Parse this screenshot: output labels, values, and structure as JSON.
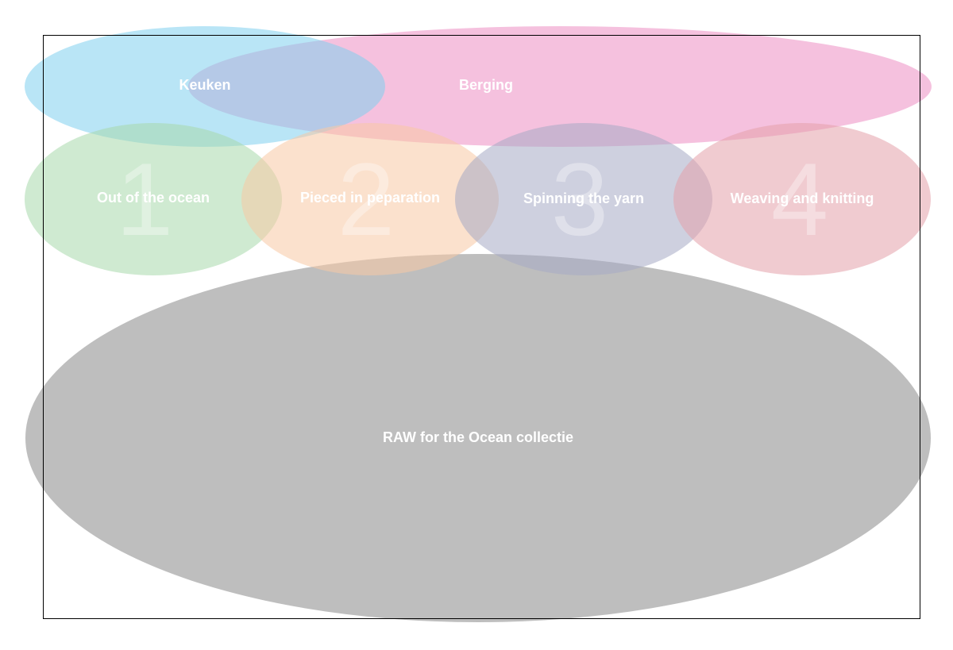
{
  "colors": {
    "frame": "#000000",
    "label": "#ffffff",
    "keuken": "#7fd0ee",
    "berging": "#f0a0cc",
    "step1": "#a8d8ac",
    "step2": "#f8c8a4",
    "step3": "#a6aac4",
    "step4": "#e4a0aa",
    "raw": "#bebebe"
  },
  "zones": {
    "keuken": {
      "label": "Keuken"
    },
    "berging": {
      "label": "Berging"
    },
    "raw": {
      "label": "RAW for the Ocean collectie"
    }
  },
  "steps": [
    {
      "number": "1",
      "label": "Out of the ocean"
    },
    {
      "number": "2",
      "label": "Pieced in peparation"
    },
    {
      "number": "3",
      "label": "Spinning the yarn"
    },
    {
      "number": "4",
      "label": "Weaving and knitting"
    }
  ]
}
